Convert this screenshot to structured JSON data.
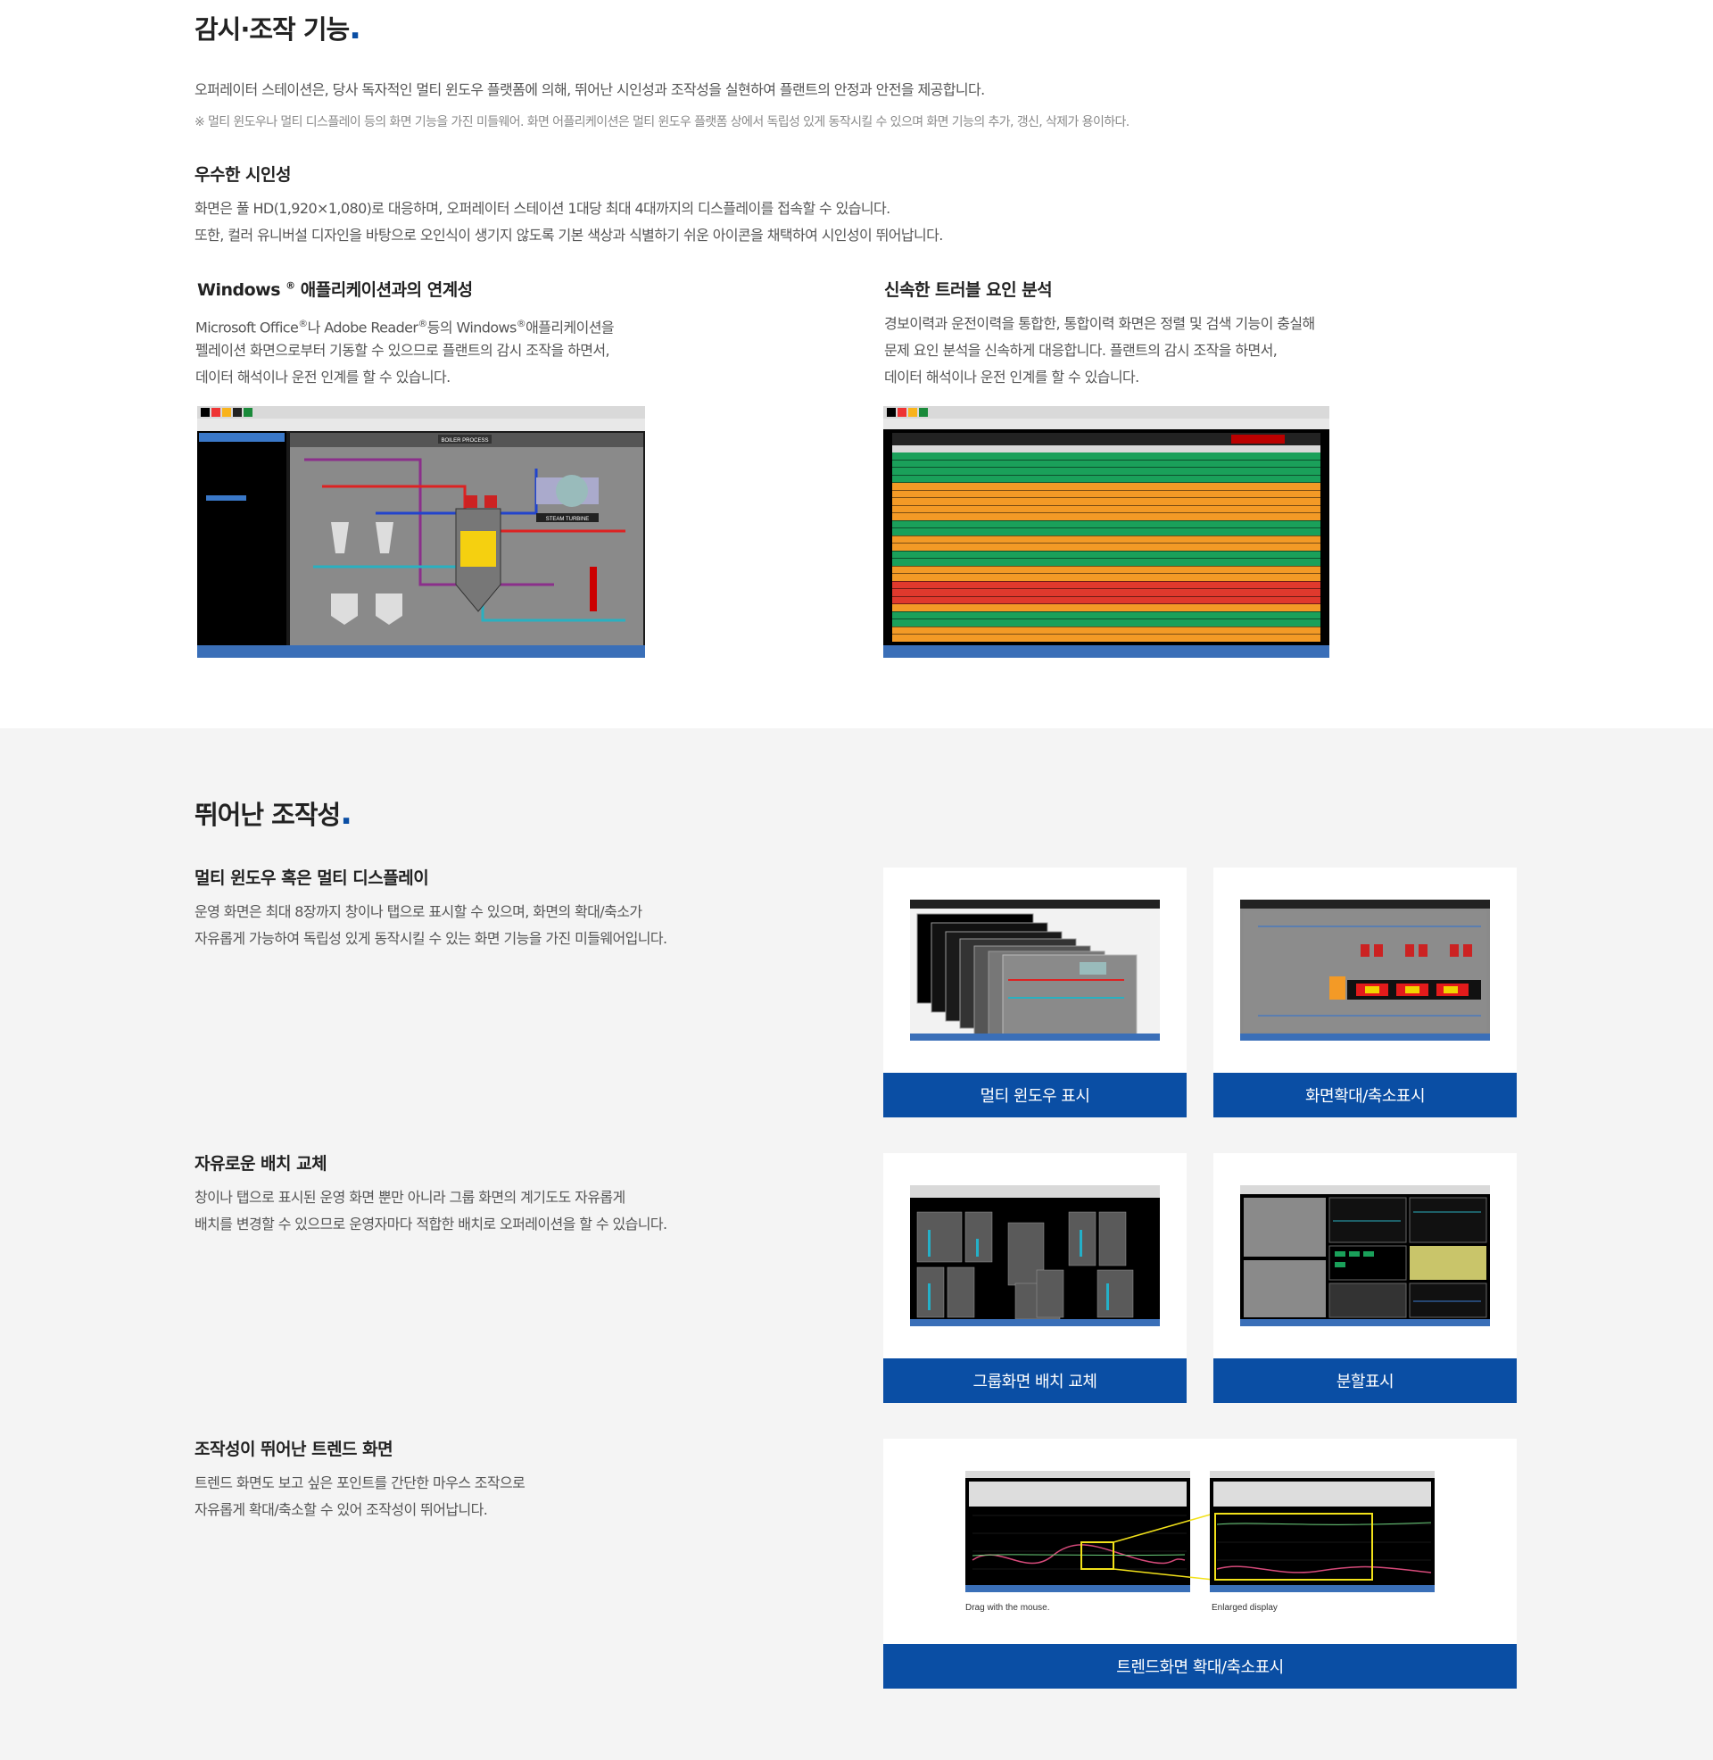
{
  "section1": {
    "title": "감시·조작 기능",
    "dot": ".",
    "intro": "오퍼레이터 스테이션은, 당사 독자적인 멀티 윈도우 플랫폼에 의해, 뛰어난 시인성과 조작성을 실현하여 플랜트의 안정과 안전을 제공합니다.",
    "note": "※ 멀티 윈도우나 멀티 디스플레이 등의 화면 기능을 가진 미들웨어. 화면 어플리케이션은 멀티 윈도우 플랫폼 상에서 독립성 있게 동작시킬 수 있으며 화면 기능의 추가, 갱신, 삭제가 용이하다.",
    "visibility": {
      "title": "우수한 시인성",
      "line1": "화면은 풀 HD(1,920×1,080)로 대응하며, 오퍼레이터 스테이션 1대당 최대 4대까지의 디스플레이를 접속할 수 있습니다.",
      "line2": "또한, 컬러 유니버설 디자인을 바탕으로 오인식이 생기지 않도록 기본 색상과 식별하기 쉬운 아이콘을 채택하여 시인성이 뛰어납니다."
    },
    "windows": {
      "title_a": "Windows",
      "title_reg": "®",
      "title_b": " 애플리케이션과의 연계성",
      "l1a": "Microsoft Office",
      "l1b": "나 Adobe Reader",
      "l1c": "등의 Windows",
      "l1d": "애플리케이션을",
      "reg": "®",
      "line2": "펠레이션 화면으로부터 기동할 수 있으므로 플랜트의 감시 조작을 하면서,",
      "line3": "데이터 해석이나 운전 인계를 할 수 있습니다.",
      "screen_label": "BOILER PROCESS",
      "screen_label2": "STEAM TURBINE"
    },
    "trouble": {
      "title": "신속한 트러블 요인 분석",
      "line1": "경보이력과 운전이력을 통합한, 통합이력 화면은 정렬 및 검색 기능이 충실해",
      "line2": "문제 요인 분석을 신속하게 대응합니다. 플랜트의 감시 조작을 하면서,",
      "line3": "데이터 해석이나 운전 인계를 할 수 있습니다."
    }
  },
  "section2": {
    "title": "뛰어난 조작성",
    "dot": ".",
    "multi": {
      "title": "멀티 윈도우 혹은 멀티 디스플레이",
      "line1": "운영 화면은 최대 8장까지 창이나 탭으로 표시할 수 있으며, 화면의 확대/축소가",
      "line2": "자유롭게 가능하여 독립성 있게 동작시킬 수 있는 화면 기능을 가진 미들웨어입니다.",
      "card1": "멀티 윈도우 표시",
      "card2": "화면확대/축소표시"
    },
    "layout": {
      "title": "자유로운 배치 교체",
      "line1": "창이나 탭으로 표시된 운영 화면 뿐만 아니라 그룹 화면의 계기도도 자유롭게",
      "line2": "배치를 변경할 수 있으므로 운영자마다 적합한 배치로 오퍼레이션을 할 수 있습니다.",
      "card1": "그룹화면 배치 교체",
      "card2": "분할표시"
    },
    "trend": {
      "title": "조작성이 뛰어난 트렌드 화면",
      "line1": "트렌드 화면도 보고 싶은 포인트를 간단한 마우스 조작으로",
      "line2": "자유롭게 확대/축소할 수 있어 조작성이 뛰어납니다.",
      "caption_left": "Drag with the mouse.",
      "caption_right": "Enlarged display",
      "card": "트렌드화면 확대/축소표시"
    }
  },
  "colors": {
    "accent": "#0a4ea4",
    "alarm_green": "#1aa05a",
    "alarm_orange": "#f39a26",
    "alarm_red": "#e0392d",
    "trend_highlight": "#f2e11a"
  }
}
